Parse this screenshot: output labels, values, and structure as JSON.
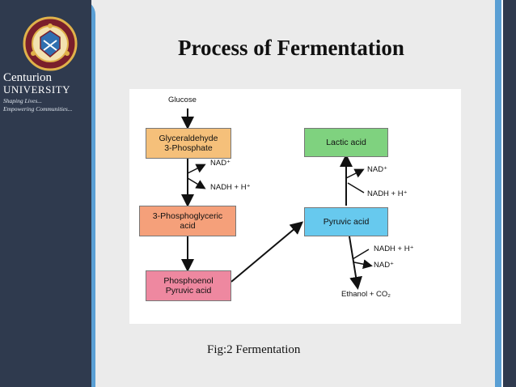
{
  "title": "Process of Fermentation",
  "caption": "Fig:2 Fermentation",
  "branding": {
    "name_line1": "Centurion",
    "name_line2": "UNIVERSITY",
    "tagline_line1": "Shaping Lives...",
    "tagline_line2": "Empowering Communities..."
  },
  "diagram": {
    "nodes": {
      "glyceraldehyde": "Glyceraldehyde\n3-Phosphate",
      "phosphoglyceric": "3-Phosphoglyceric\nacid",
      "pep": "Phosphoenol\nPyruvic acid",
      "lactic": "Lactic acid",
      "pyruvic": "Pyruvic acid"
    },
    "labels": {
      "glucose": "Glucose",
      "nad_1": "NAD⁺",
      "nadh_1": "NADH + H⁺",
      "nad_2": "NAD⁺",
      "nadh_2": "NADH + H⁺",
      "nadh_3": "NADH + H⁺",
      "nad_3": "NAD⁺",
      "ethanol": "Ethanol + CO₂"
    }
  },
  "colors": {
    "glyceraldehyde": "#f5c07a",
    "phosphoglyceric": "#f5a07a",
    "pep": "#ee88a0",
    "lactic": "#7fd27f",
    "pyruvic": "#67c9ee",
    "sidebar": "#2f3a4e",
    "accent": "#5a9fd4"
  }
}
